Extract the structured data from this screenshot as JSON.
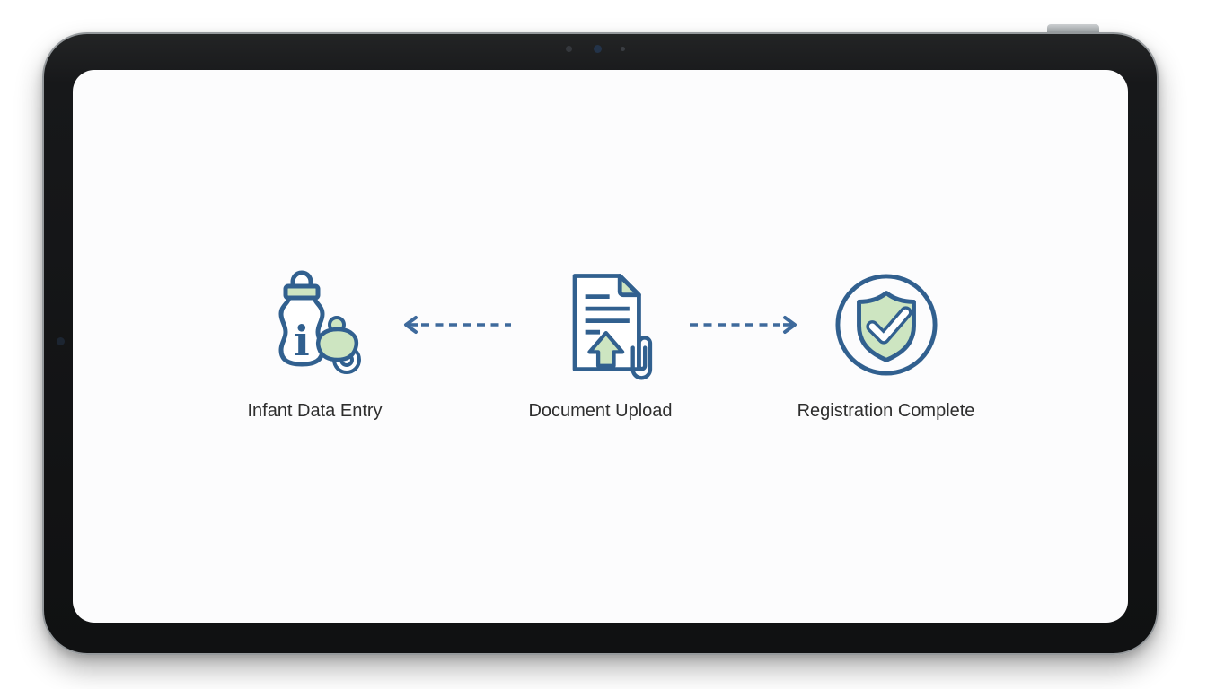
{
  "device": {
    "type_label": "tablet"
  },
  "flow": {
    "steps": [
      {
        "id": "infant-data-entry",
        "label": "Infant Data Entry",
        "icon": "baby-bottle-pacifier-icon"
      },
      {
        "id": "document-upload",
        "label": "Document Upload",
        "icon": "document-upload-icon"
      },
      {
        "id": "registration-complete",
        "label": "Registration Complete",
        "icon": "shield-check-icon"
      }
    ],
    "connectors": [
      {
        "direction": "left",
        "style": "dashed"
      },
      {
        "direction": "right",
        "style": "dashed"
      }
    ],
    "bottle_letter": "i"
  },
  "theme": {
    "accent-blue": "#31608f",
    "arrow-blue": "#3e6a9c",
    "fill-green": "#cde5c1",
    "label-color": "#2e2e2e",
    "screen-bg": "#fcfcfd",
    "frame-color": "#17181a",
    "rim-color": "#95999c"
  }
}
